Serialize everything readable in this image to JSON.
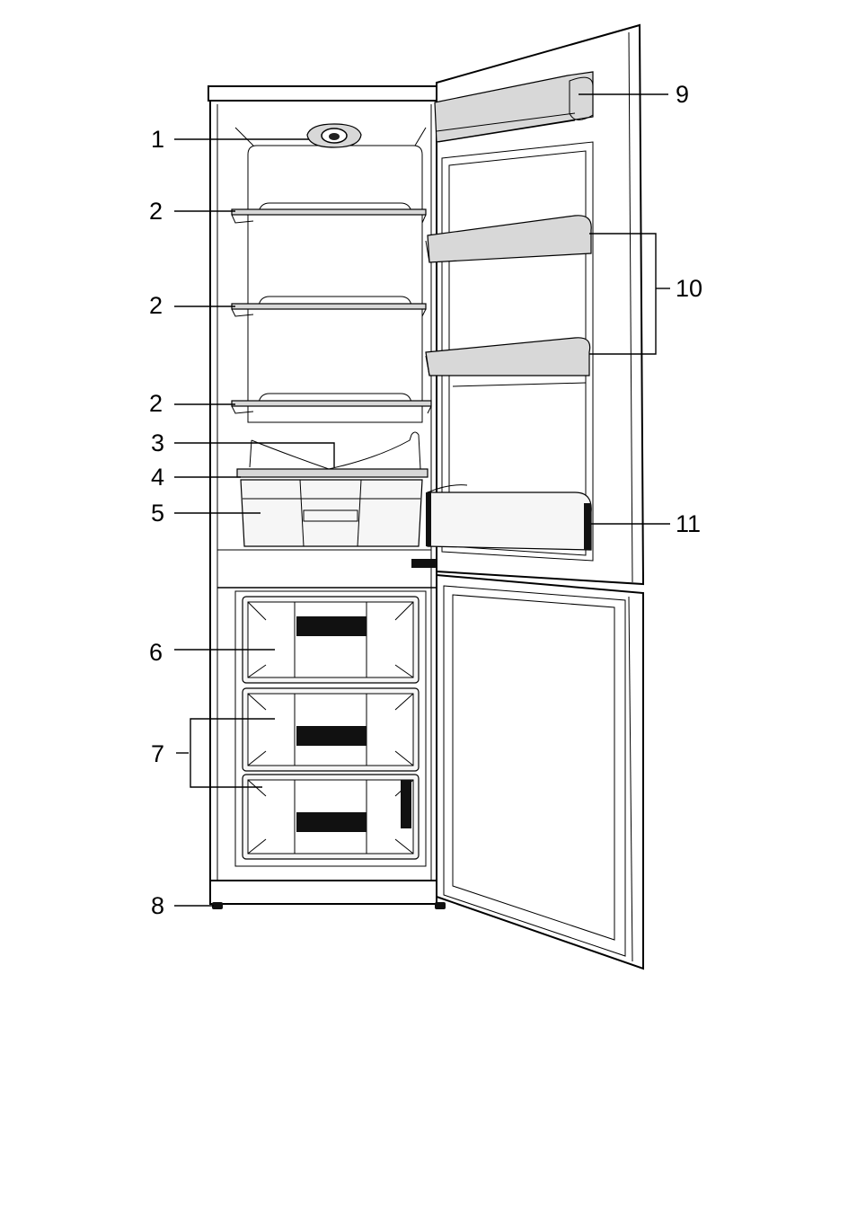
{
  "diagram": {
    "type": "fridge-freezer-parts-illustration",
    "callouts": [
      {
        "id": "1",
        "label": "1"
      },
      {
        "id": "2a",
        "label": "2"
      },
      {
        "id": "2b",
        "label": "2"
      },
      {
        "id": "2c",
        "label": "2"
      },
      {
        "id": "3",
        "label": "3"
      },
      {
        "id": "4",
        "label": "4"
      },
      {
        "id": "5",
        "label": "5"
      },
      {
        "id": "6",
        "label": "6"
      },
      {
        "id": "7",
        "label": "7"
      },
      {
        "id": "8",
        "label": "8"
      },
      {
        "id": "9",
        "label": "9"
      },
      {
        "id": "10",
        "label": "10"
      },
      {
        "id": "11",
        "label": "11"
      }
    ]
  }
}
